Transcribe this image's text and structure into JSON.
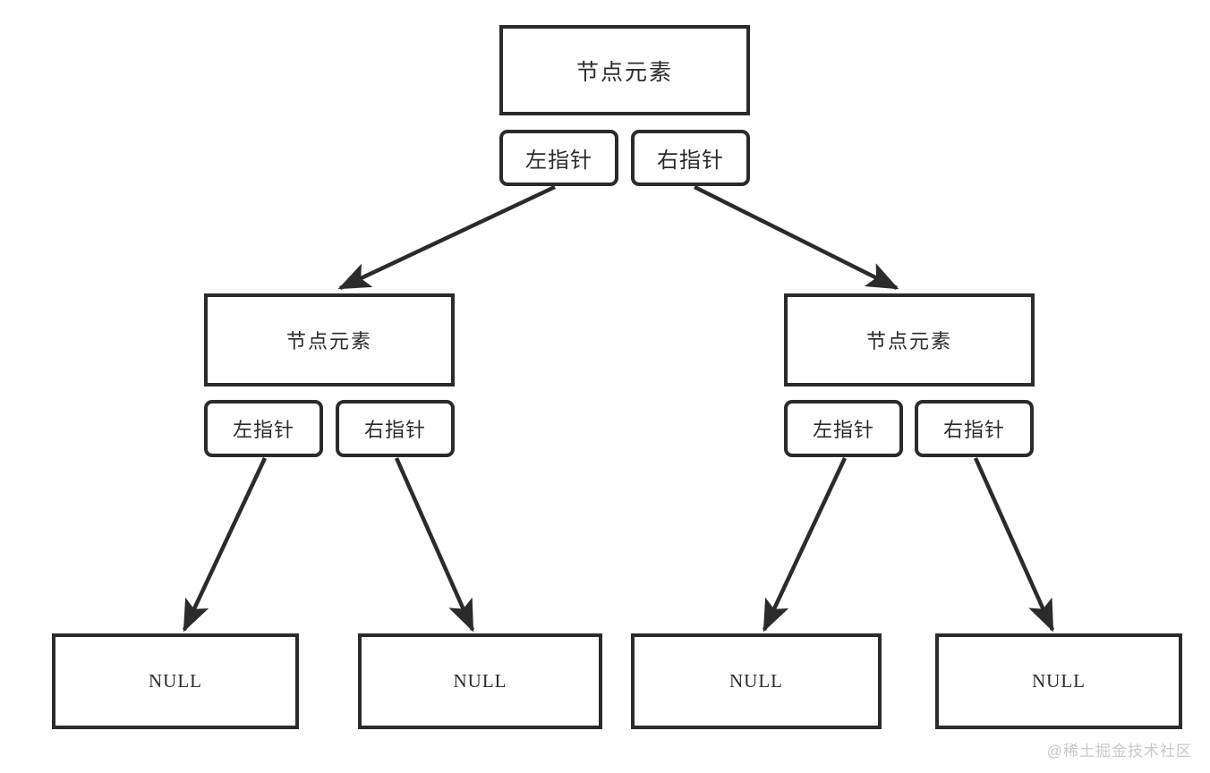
{
  "diagram": {
    "title": "binary-tree-node-structure",
    "stroke_color": "#2b2b2b",
    "background_color": "#ffffff",
    "watermark": "@稀土掘金技术社区",
    "labels": {
      "element": "节点元素",
      "left_pointer": "左指针",
      "right_pointer": "右指针",
      "null": "NULL"
    },
    "nodes": [
      {
        "id": "root",
        "element": "节点元素",
        "left_pointer": "左指针",
        "right_pointer": "右指针"
      },
      {
        "id": "left-child",
        "element": "节点元素",
        "left_pointer": "左指针",
        "right_pointer": "右指针"
      },
      {
        "id": "right-child",
        "element": "节点元素",
        "left_pointer": "左指针",
        "right_pointer": "右指针"
      }
    ],
    "leaves": [
      {
        "id": "null-1",
        "label": "NULL"
      },
      {
        "id": "null-2",
        "label": "NULL"
      },
      {
        "id": "null-3",
        "label": "NULL"
      },
      {
        "id": "null-4",
        "label": "NULL"
      }
    ],
    "edges": [
      {
        "from": "root-left-pointer",
        "to": "left-child"
      },
      {
        "from": "root-right-pointer",
        "to": "right-child"
      },
      {
        "from": "left-child-left-pointer",
        "to": "null-1"
      },
      {
        "from": "left-child-right-pointer",
        "to": "null-2"
      },
      {
        "from": "right-child-left-pointer",
        "to": "null-3"
      },
      {
        "from": "right-child-right-pointer",
        "to": "null-4"
      }
    ]
  }
}
